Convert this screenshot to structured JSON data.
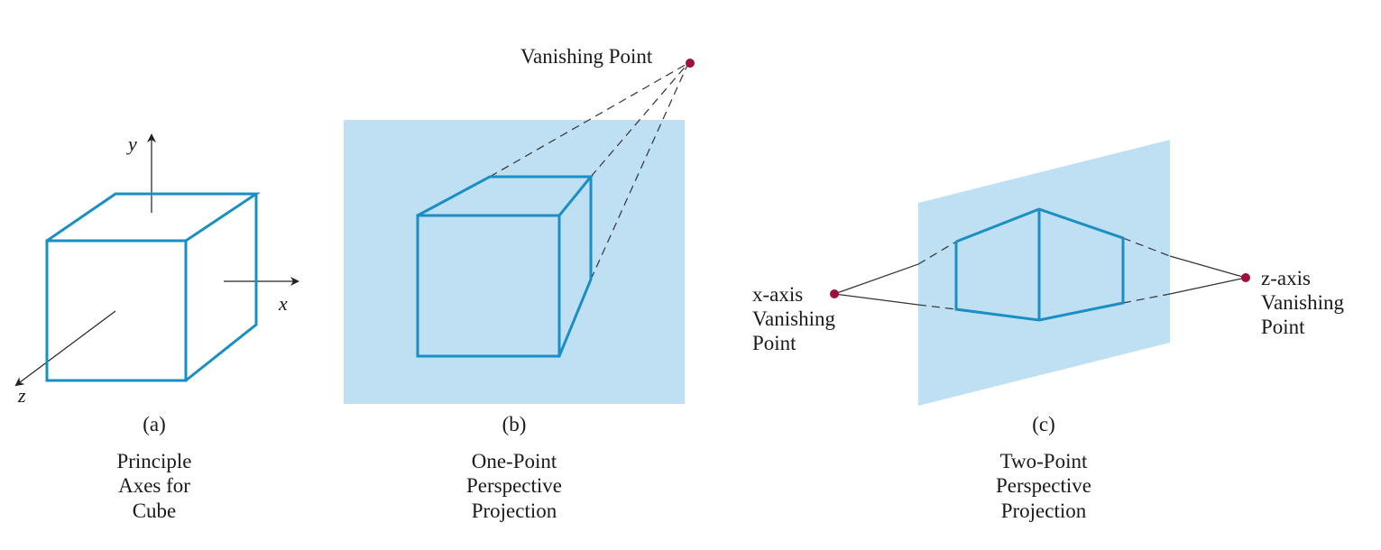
{
  "panel_a": {
    "axis_labels": {
      "x": "x",
      "y": "y",
      "z": "z"
    },
    "caption": {
      "letter": "(a)",
      "lines": [
        "Principle",
        "Axes for",
        "Cube"
      ]
    }
  },
  "panel_b": {
    "vanishing_point_label": "Vanishing Point",
    "caption": {
      "letter": "(b)",
      "lines": [
        "One-Point",
        "Perspective",
        "Projection"
      ]
    }
  },
  "panel_c": {
    "x_vp_label": [
      "x-axis",
      "Vanishing",
      "Point"
    ],
    "z_vp_label": [
      "z-axis",
      "Vanishing",
      "Point"
    ],
    "caption": {
      "letter": "(c)",
      "lines": [
        "Two-Point",
        "Perspective",
        "Projection"
      ]
    }
  },
  "colors": {
    "cube_stroke": "#1a8fc3",
    "plane_fill": "#bfdff3",
    "vanishing_point": "#a0103a"
  }
}
